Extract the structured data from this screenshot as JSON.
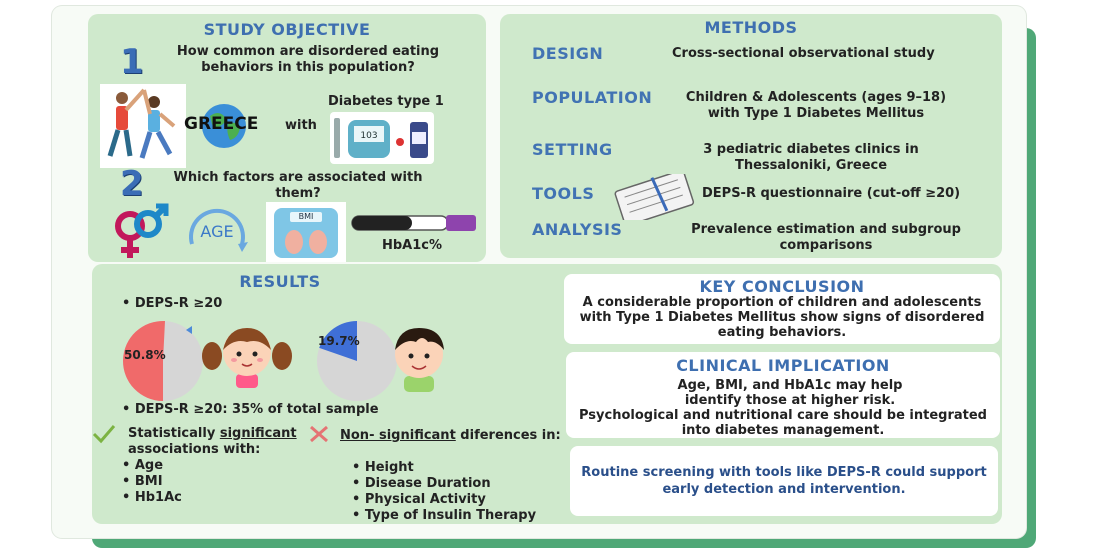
{
  "objective": {
    "heading": "STUDY OBJECTIVE",
    "q1_number": "1",
    "q1_text": "How common are disordered eating behaviors in this population?",
    "country": "GREECE",
    "with_word": "with",
    "condition": "Diabetes type 1",
    "q2_number": "2",
    "q2_text": "Which factors are associated with them?",
    "age_icon_text": "AGE",
    "bmi_icon_text": "BMI",
    "hba1c_label": "HbA1c%",
    "glucose_reading": "103"
  },
  "methods": {
    "heading": "METHODS",
    "rows": [
      {
        "label": "DESIGN",
        "value": "Cross-sectional observational study"
      },
      {
        "label": "POPULATION",
        "value": "Children & Adolescents (ages 9–18) with Type 1 Diabetes Mellitus"
      },
      {
        "label": "SETTING",
        "value": "3 pediatric diabetes clinics in Thessaloniki, Greece"
      },
      {
        "label": "TOOLS",
        "value": "DEPS-R questionnaire (cut-off ≥20)"
      },
      {
        "label": "ANALYSIS",
        "value": "Prevalence estimation and subgroup comparisons"
      }
    ]
  },
  "results": {
    "heading": "RESULTS",
    "bullet_top": "DEPS-R ≥20",
    "girls_pct_label": "50.8%",
    "girls_pct": 50.8,
    "boys_pct_label": "19.7%",
    "boys_pct": 19.7,
    "total_line": "DEPS-R ≥20: 35% of total sample",
    "sig_prefix": "Statistically ",
    "sig_underlined": "significant",
    "sig_suffix": "associations with:",
    "sig_items": [
      "Age",
      "BMI",
      "Hb1Ac"
    ],
    "nonsig_underlined": "Non- significant",
    "nonsig_suffix": " diferences in:",
    "nonsig_items": [
      "Height",
      "Disease Duration",
      "Physical Activity",
      "Type of Insulin Therapy"
    ]
  },
  "conclusion": {
    "heading": "KEY CONCLUSION",
    "text": "A considerable proportion of children and adolescents with Type 1 Diabetes Mellitus show signs of disordered eating behaviors."
  },
  "implication": {
    "heading": "CLINICAL IMPLICATION",
    "text1": "Age, BMI, and HbA1c may help identify those at higher risk.",
    "text2": "Psychological and nutritional care should be integrated into diabetes management."
  },
  "screening": {
    "text": "Routine screening with tools like DEPS-R could support early detection and intervention."
  },
  "colors": {
    "panel": "#cfe9cc",
    "heading": "#3e6fb0",
    "pie_girls": "#f06a6a",
    "pie_boys": "#3f6fd6",
    "pie_rest": "#d6d6d6"
  }
}
